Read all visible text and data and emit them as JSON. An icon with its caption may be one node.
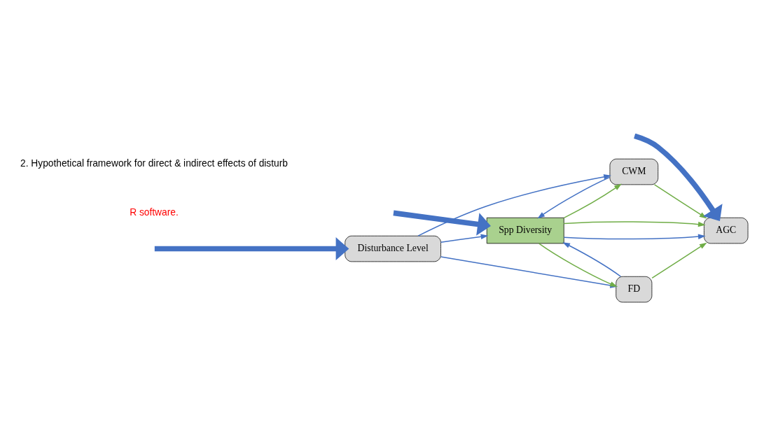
{
  "diagram": {
    "nodes": [
      {
        "text": [
          "Disturbance Level"
        ]
      },
      {
        "text": [
          "Spp Diversity"
        ]
      },
      {
        "text": [
          "CWM"
        ]
      },
      {
        "text": [
          "FD"
        ]
      },
      {
        "text": [
          "AGC"
        ]
      }
    ],
    "edges": [
      {
        "from": 0,
        "to": 2,
        "arrow": "to"
      },
      {
        "from": 0,
        "to": 1,
        "arrow": "to"
      },
      {
        "from": 0,
        "to": 3,
        "arrow": "to"
      },
      {
        "from": 1,
        "to": 2,
        "arrow": "to",
        "color": "#70ad47"
      },
      {
        "from": 2,
        "to": 1,
        "arrow": "to"
      },
      {
        "from": 1,
        "to": 4,
        "arrow": "to"
      },
      {
        "from": 3,
        "to": 1,
        "arrow": "to"
      },
      {
        "from": 1,
        "to": 3,
        "arrow": "to",
        "color": "#70ad47"
      },
      {
        "from": 2,
        "to": 4,
        "arrow": "to",
        "color": "#70ad47"
      },
      {
        "from": 3,
        "to": 4,
        "arrow": "to",
        "color": "#70ad47"
      },
      {
        "from": 1,
        "to": 4,
        "arrow": "to",
        "color": "#70ad47"
      },
      {
        "from": null,
        "to": 0,
        "arrow": "to",
        "style": "thick"
      },
      {
        "from": null,
        "to": 1,
        "arrow": "to",
        "style": "thick"
      },
      {
        "from": null,
        "to": 4,
        "arrow": "to",
        "style": "thick"
      }
    ],
    "labels": [
      "R software.",
      "2. Hypothetical framework for direct & indirect effects of disturb"
    ]
  }
}
